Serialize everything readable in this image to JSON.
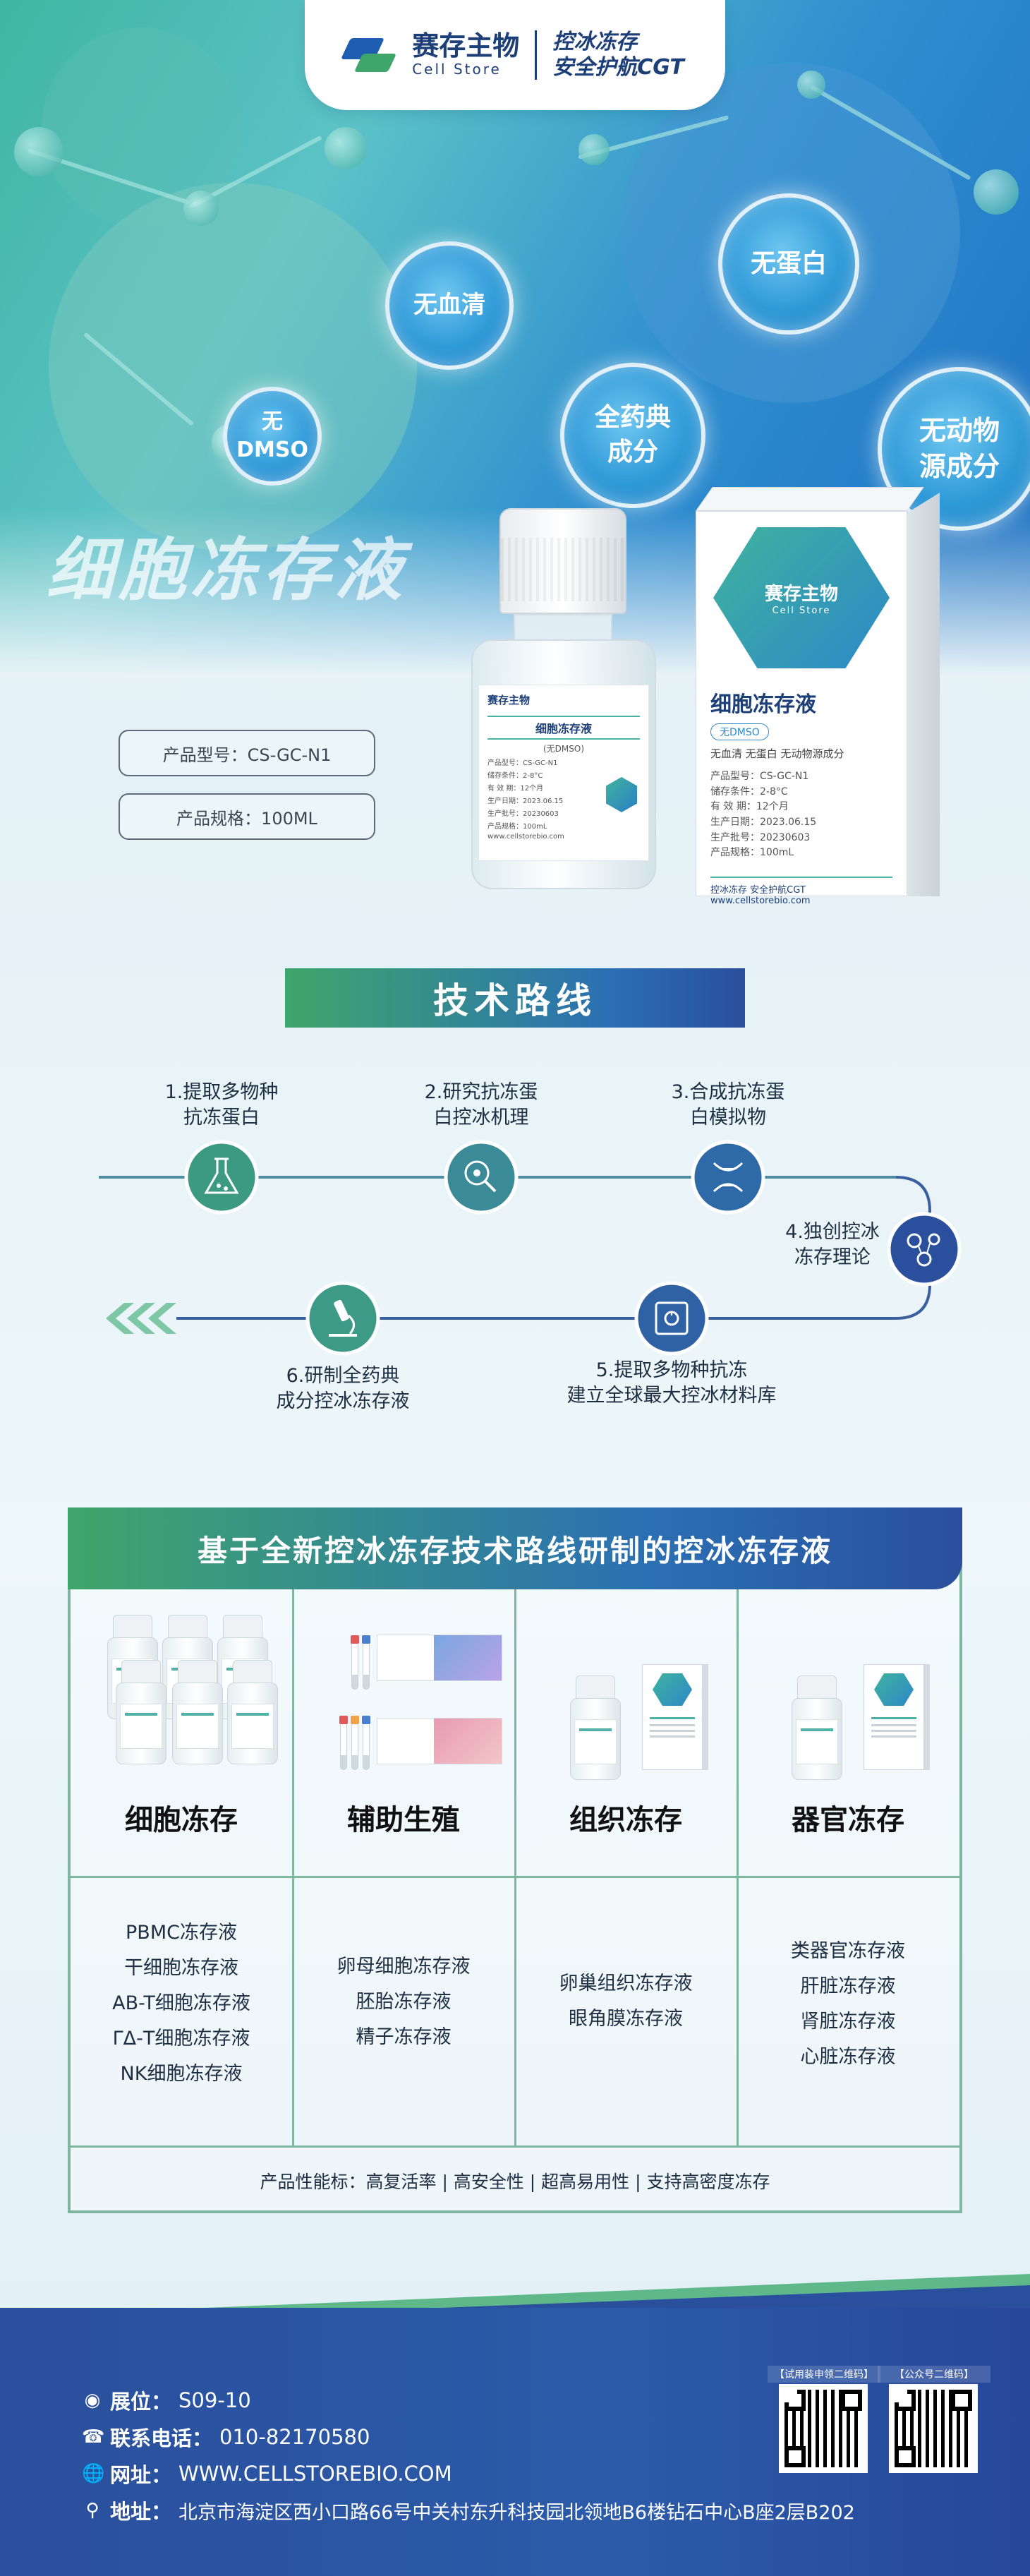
{
  "brand": {
    "name_cn": "赛存主物",
    "name_en": "Cell Store",
    "slogan_line1": "控冰冻存",
    "slogan_line2": "安全护航CGT"
  },
  "hero": {
    "title": "细胞冻存液",
    "bubbles": [
      {
        "line1": "无DMSO",
        "line2": ""
      },
      {
        "line1": "无血清",
        "line2": ""
      },
      {
        "line1": "全药典",
        "line2": "成分"
      },
      {
        "line1": "无蛋白",
        "line2": ""
      },
      {
        "line1": "无动物",
        "line2": "源成分"
      }
    ]
  },
  "specs": {
    "model": "产品型号：CS-GC-N1",
    "size": "产品规格：100ML"
  },
  "bottle_label": {
    "logo": "赛存主物",
    "title": "细胞冻存液",
    "sub": "(无DMSO)",
    "lines": [
      "产品型号：CS-GC-N1",
      "储存条件：2-8°C",
      "有 效 期：12个月",
      "生产日期：2023.06.15",
      "生产批号：20230603",
      "产品规格：100mL",
      "www.cellstorebio.com"
    ]
  },
  "box_label": {
    "logo_cn": "赛存主物",
    "logo_en": "Cell Store",
    "title": "细胞冻存液",
    "pill": "无DMSO",
    "features": "无血清  无蛋白  无动物源成分",
    "lines": [
      "产品型号：CS-GC-N1",
      "储存条件：2-8°C",
      "有 效 期：12个月",
      "生产日期：2023.06.15",
      "生产批号：20230603",
      "产品规格：100mL"
    ],
    "foot1": "控冰冻存 安全护航CGT",
    "foot2": "www.cellstorebio.com"
  },
  "route": {
    "title": "技术路线",
    "steps": [
      {
        "line1": "1.提取多物种",
        "line2": "抗冻蛋白",
        "icon": "flask-icon"
      },
      {
        "line1": "2.研究抗冻蛋",
        "line2": "白控冰机理",
        "icon": "magnifier-icon"
      },
      {
        "line1": "3.合成抗冻蛋",
        "line2": "白模拟物",
        "icon": "dna-icon"
      },
      {
        "line1": "4.独创控冰",
        "line2": "冻存理论",
        "icon": "molecule-icon"
      },
      {
        "line1": "5.提取多物种抗冻",
        "line2": "建立全球最大控冰材料库",
        "icon": "vault-icon"
      },
      {
        "line1": "6.研制全药典",
        "line2": "成分控冰冻存液",
        "icon": "microscope-icon"
      }
    ]
  },
  "products": {
    "title": "基于全新控冰冻存技术路线研制的控冰冻存液",
    "categories": [
      {
        "name": "细胞冻存",
        "items": [
          "PBMC冻存液",
          "干细胞冻存液",
          "AB-T细胞冻存液",
          "ΓΔ-T细胞冻存液",
          "NK细胞冻存液"
        ]
      },
      {
        "name": "辅助生殖",
        "items": [
          "卵母细胞冻存液",
          "胚胎冻存液",
          "精子冻存液"
        ]
      },
      {
        "name": "组织冻存",
        "items": [
          "卵巢组织冻存液",
          "眼角膜冻存液"
        ]
      },
      {
        "name": "器官冻存",
        "items": [
          "类器官冻存液",
          "肝脏冻存液",
          "肾脏冻存液",
          "心脏冻存液"
        ]
      }
    ],
    "performance": "产品性能标：高复活率 | 高安全性 | 超高易用性 | 支持高密度冻存"
  },
  "footer": {
    "booth_label": "展位：",
    "booth": "S09-10",
    "phone_label": "联系电话：",
    "phone": "010-82170580",
    "web_label": "网址：",
    "web": "WWW.CELLSTOREBIO.COM",
    "addr_label": "地址：",
    "addr": "北京市海淀区西小口路66号中关村东升科技园北领地B6楼钻石中心B座2层B202",
    "qr1_label": "【试用装申领二维码】",
    "qr2_label": "【公众号二维码】"
  },
  "colors": {
    "navy": "#2a4f9c",
    "green": "#3fa66b",
    "teal": "#4bb3a5",
    "text_dark": "#1e2f44"
  }
}
